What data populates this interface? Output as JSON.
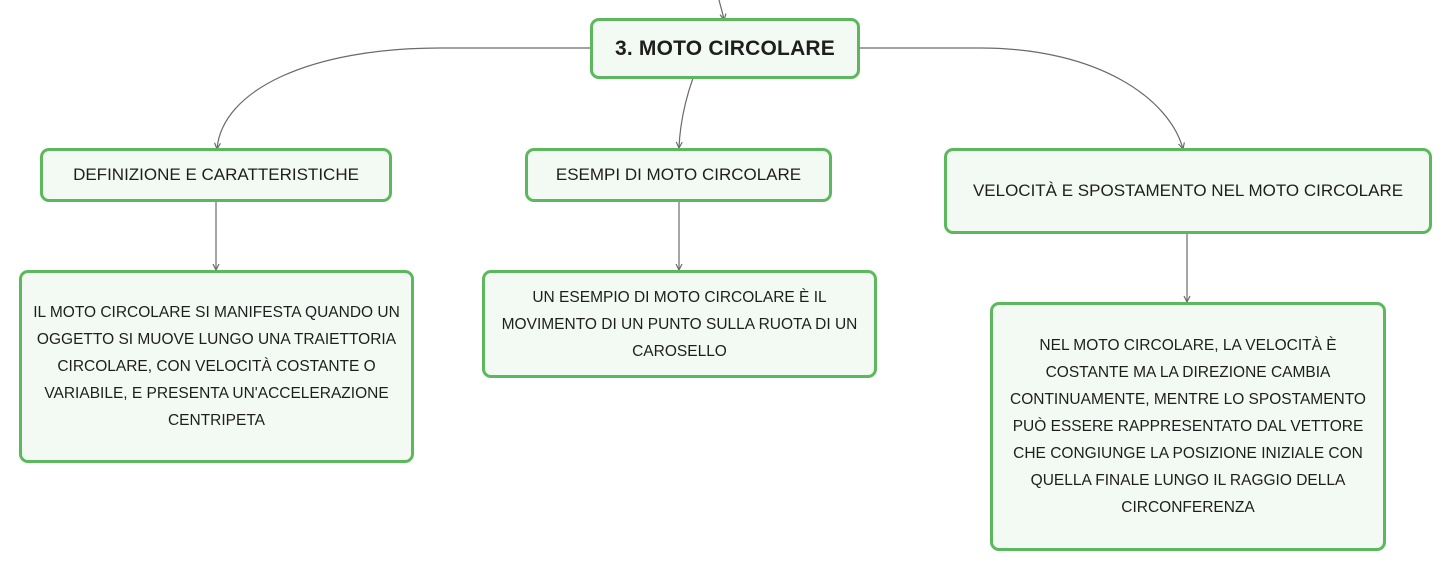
{
  "root": {
    "title": "3. MOTO CIRCOLARE"
  },
  "branches": [
    {
      "title": "DEFINIZIONE E CARATTERISTICHE",
      "detail": "IL MOTO CIRCOLARE SI MANIFESTA QUANDO UN OGGETTO SI MUOVE LUNGO UNA TRAIETTORIA CIRCOLARE, CON VELOCITÀ COSTANTE O VARIABILE, E PRESENTA UN'ACCELERAZIONE CENTRIPETA"
    },
    {
      "title": "ESEMPI DI MOTO CIRCOLARE",
      "detail": "UN ESEMPIO DI MOTO CIRCOLARE È IL MOVIMENTO DI UN PUNTO SULLA RUOTA DI UN CAROSELLO"
    },
    {
      "title": "VELOCITÀ E SPOSTAMENTO NEL MOTO CIRCOLARE",
      "detail": "NEL MOTO CIRCOLARE, LA VELOCITÀ È COSTANTE MA LA DIREZIONE CAMBIA CONTINUAMENTE, MENTRE LO SPOSTAMENTO PUÒ ESSERE RAPPRESENTATO DAL VETTORE CHE CONGIUNGE LA POSIZIONE INIZIALE CON QUELLA FINALE LUNGO IL RAGGIO DELLA CIRCONFERENZA"
    }
  ],
  "colors": {
    "node_border": "#5cb85c",
    "node_fill": "#f3faf3",
    "connector": "#6b6b6b",
    "text": "#1e1e1e"
  }
}
